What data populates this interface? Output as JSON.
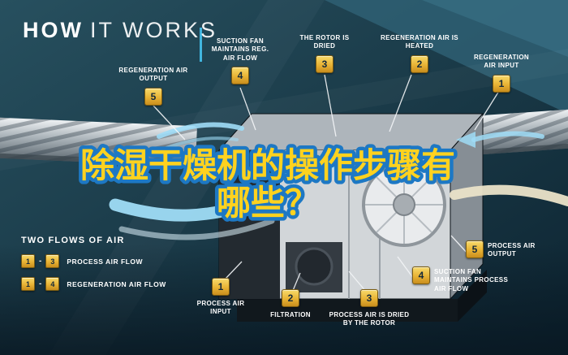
{
  "title": {
    "bold": "HOW",
    "light": "IT WORKS"
  },
  "overlay": {
    "line1": "除湿干燥机的操作步骤有",
    "line2": "哪些？"
  },
  "labels": [
    {
      "num": "5",
      "text": "REGENERATION AIR OUTPUT"
    },
    {
      "num": "4",
      "text": "SUCTION FAN MAINTAINS REG. AIR FLOW"
    },
    {
      "num": "3",
      "text": "THE ROTOR IS DRIED"
    },
    {
      "num": "2",
      "text": "REGENERATION AIR IS HEATED"
    },
    {
      "num": "1",
      "text": "REGENERATION AIR INPUT"
    },
    {
      "num": "5",
      "text": "PROCESS AIR OUTPUT"
    },
    {
      "num": "4",
      "text": "SUCTION FAN MAINTAINS PROCESS AIR FLOW"
    },
    {
      "num": "3",
      "text": "PROCESS AIR IS DRIED BY THE ROTOR"
    },
    {
      "num": "2",
      "text": "FILTRATION"
    },
    {
      "num": "1",
      "text": "PROCESS AIR INPUT"
    }
  ],
  "legend": {
    "heading": "TWO FLOWS OF AIR",
    "separator": "-",
    "items": [
      {
        "from": "1",
        "to": "3",
        "label": "PROCESS AIR FLOW"
      },
      {
        "from": "1",
        "to": "4",
        "label": "REGENERATION AIR FLOW"
      }
    ]
  },
  "colors": {
    "bg_top": "#27505f",
    "bg_bottom": "#0d2431",
    "badge_gold": "#e8b335",
    "badge_text": "#14293a",
    "accent_cyan": "#45c2ef",
    "label_text": "#ffffff",
    "overlay_yellow": "#ffd21f",
    "overlay_stroke": "#1d78c4",
    "arrow_blue": "#9fdcf6",
    "arrow_cream": "#eae3c8"
  }
}
